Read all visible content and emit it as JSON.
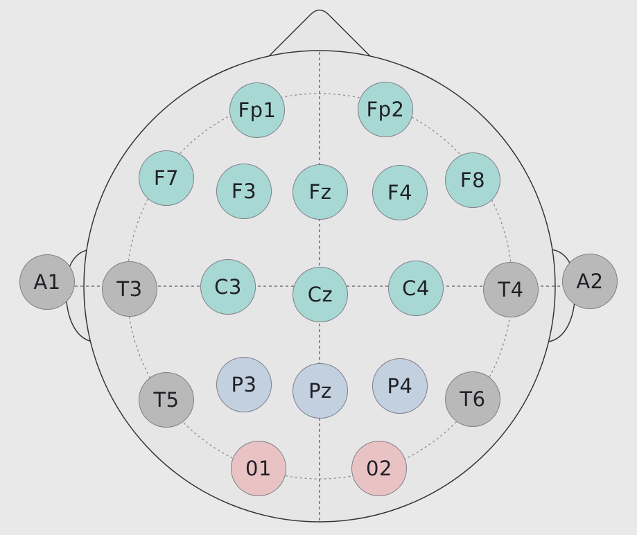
{
  "colors": {
    "background": "#e9e9e9",
    "head_fill": "#e6e6e6",
    "outline": "#33343a",
    "guide_lines": "#8a8a8a",
    "frontal_central": "#a8d8d4",
    "parietal": "#c3d0df",
    "occipital": "#e9c3c3",
    "temporal_reference": "#b9b9b9",
    "electrode_border": "#7c7e88",
    "label": "#1f2026"
  },
  "electrodes": [
    {
      "id": "fp1",
      "label": "Fp1",
      "group": "frontal_central"
    },
    {
      "id": "fp2",
      "label": "Fp2",
      "group": "frontal_central"
    },
    {
      "id": "f7",
      "label": "F7",
      "group": "frontal_central"
    },
    {
      "id": "f3",
      "label": "F3",
      "group": "frontal_central"
    },
    {
      "id": "fz",
      "label": "Fz",
      "group": "frontal_central"
    },
    {
      "id": "f4",
      "label": "F4",
      "group": "frontal_central"
    },
    {
      "id": "f8",
      "label": "F8",
      "group": "frontal_central"
    },
    {
      "id": "a1",
      "label": "A1",
      "group": "temporal_reference"
    },
    {
      "id": "t3",
      "label": "T3",
      "group": "temporal_reference"
    },
    {
      "id": "c3",
      "label": "C3",
      "group": "frontal_central"
    },
    {
      "id": "cz",
      "label": "Cz",
      "group": "frontal_central"
    },
    {
      "id": "c4",
      "label": "C4",
      "group": "frontal_central"
    },
    {
      "id": "t4",
      "label": "T4",
      "group": "temporal_reference"
    },
    {
      "id": "a2",
      "label": "A2",
      "group": "temporal_reference"
    },
    {
      "id": "t5",
      "label": "T5",
      "group": "temporal_reference"
    },
    {
      "id": "p3",
      "label": "P3",
      "group": "parietal"
    },
    {
      "id": "pz",
      "label": "Pz",
      "group": "parietal"
    },
    {
      "id": "p4",
      "label": "P4",
      "group": "parietal"
    },
    {
      "id": "t6",
      "label": "T6",
      "group": "temporal_reference"
    },
    {
      "id": "o1",
      "label": "01",
      "group": "occipital"
    },
    {
      "id": "o2",
      "label": "02",
      "group": "occipital"
    }
  ]
}
